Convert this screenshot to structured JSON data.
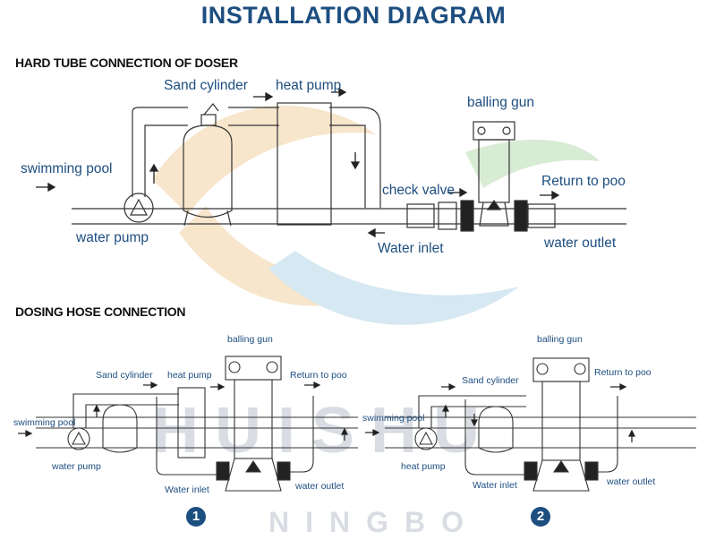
{
  "title": "INSTALLATION DIAGRAM",
  "watermark": {
    "brand": "HUISHU",
    "city": "NINGBO"
  },
  "sections": {
    "hard_tube": "HARD TUBE CONNECTION OF DOSER",
    "dosing_hose": "DOSING HOSE CONNECTION"
  },
  "diagram_top": {
    "sand_cylinder": "Sand cylinder",
    "heat_pump": "heat pump",
    "balling_gun": "balling gun",
    "swimming_pool": "swimming pool",
    "check_valve": "check valve",
    "return_to_pool": "Return to poo",
    "water_pump": "water pump",
    "water_inlet": "Water inlet",
    "water_outlet": "water outlet"
  },
  "diagram_1": {
    "balling_gun": "balling gun",
    "sand_cylinder": "Sand cylinder",
    "heat_pump": "heat pump",
    "return_to_pool": "Return to poo",
    "swimming_pool": "swimming pool",
    "water_pump": "water pump",
    "water_inlet": "Water inlet",
    "water_outlet": "water outlet",
    "number": "1"
  },
  "diagram_2": {
    "balling_gun": "balling gun",
    "sand_cylinder": "Sand cylinder",
    "return_to_pool": "Return to poo",
    "swimming_pool": "swimming pool",
    "heat_pump": "heat pump",
    "water_inlet": "Water inlet",
    "water_outlet": "water outlet",
    "number": "2"
  },
  "colors": {
    "label": "#1d4e80",
    "line": "#333333",
    "watermark_blue": "#cfe3ef",
    "watermark_orange": "#f6e2c4"
  },
  "icons": [
    "flow-arrow-icon",
    "water-pump-icon",
    "sand-cylinder-icon",
    "balling-gun-icon",
    "check-valve-icon"
  ]
}
